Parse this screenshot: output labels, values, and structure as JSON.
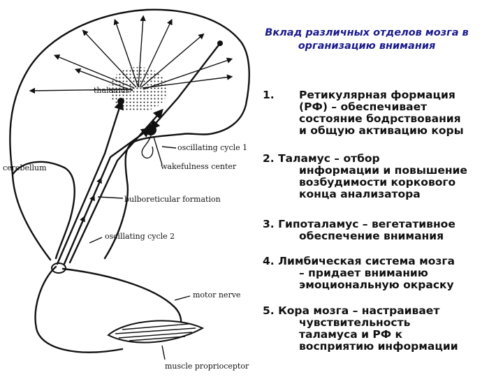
{
  "title": {
    "line1": "Вклад различных отделов мозга в",
    "line2": "организацию внимания"
  },
  "items": [
    {
      "number": "1.",
      "lines": [
        "Ретикулярная формация",
        "(РФ) – обеспечивает",
        "состояние бодрствования",
        "и общую активацию коры"
      ]
    },
    {
      "number": "2.",
      "lines": [
        "Таламус – отбор",
        "информации и повышение",
        "возбудимости коркового",
        "конца анализатора"
      ]
    },
    {
      "number": "3.",
      "lines": [
        "Гипоталамус – вегетативное",
        "обеспечение внимания"
      ]
    },
    {
      "number": "4.",
      "lines": [
        "Лимбическая система мозга",
        "– придает вниманию",
        "эмоциональную окраску"
      ]
    },
    {
      "number": "5.",
      "lines": [
        "Кора мозга – настраивает",
        "чувствительность",
        "таламуса и РФ к",
        "восприятию информации"
      ]
    }
  ],
  "diagram_labels": {
    "thalamus": "thalamus",
    "cerebellum": "cerebellum",
    "oscillating_cycle_1": "oscillating cycle 1",
    "wakefulness_center": "wakefulness center",
    "bulboreticular_formation": "bulboreticular formation",
    "oscillating_cycle_2": "oscillating cycle 2",
    "motor_nerve": "motor nerve",
    "muscle_proprioceptor": "muscle proprioceptor"
  }
}
